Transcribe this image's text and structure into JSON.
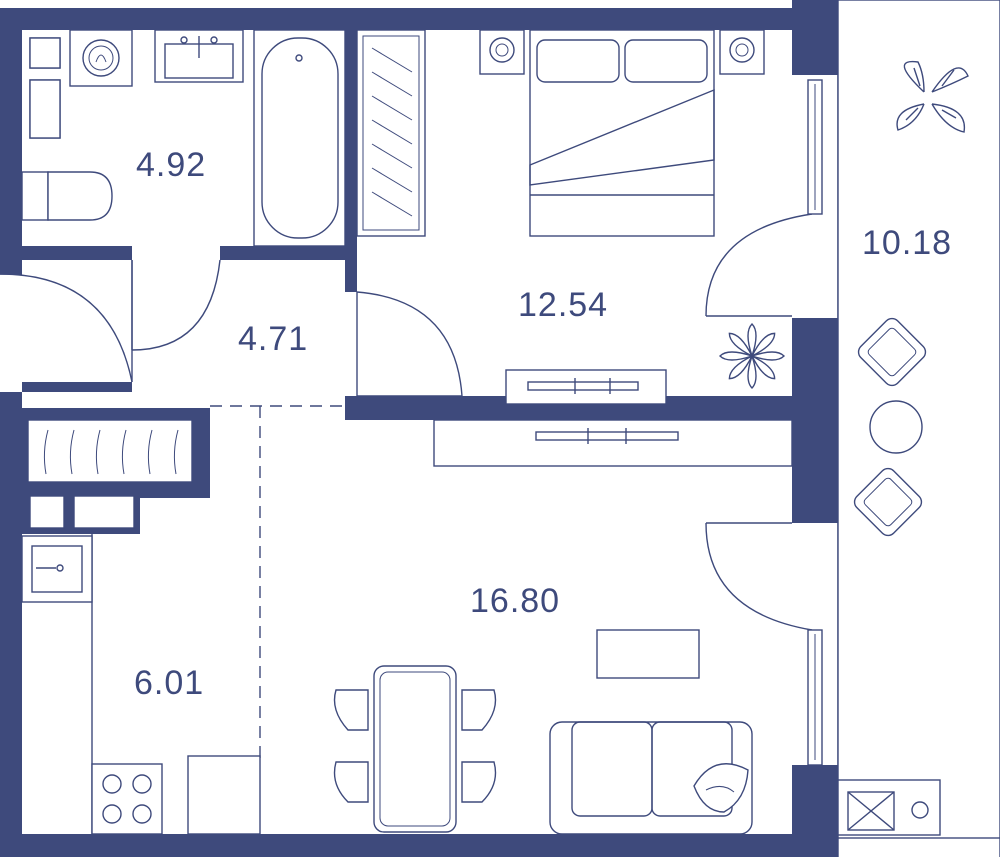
{
  "colors": {
    "wall": "#3e4a7c",
    "background": "#ffffff"
  },
  "rooms": [
    {
      "id": "bathroom",
      "area": "4.92"
    },
    {
      "id": "hallway",
      "area": "4.71"
    },
    {
      "id": "bedroom",
      "area": "12.54"
    },
    {
      "id": "balcony",
      "area": "10.18"
    },
    {
      "id": "living-room",
      "area": "16.80"
    },
    {
      "id": "kitchen",
      "area": "6.01"
    }
  ],
  "icons": [
    "washing-machine-icon",
    "sink-icon",
    "bathtub-icon",
    "toilet-icon",
    "wardrobe-icon",
    "bed-icon",
    "nightstand-icon",
    "plant-icon",
    "armchair-icon",
    "table-icon",
    "sofa-icon",
    "stove-icon",
    "dining-table-icon"
  ]
}
